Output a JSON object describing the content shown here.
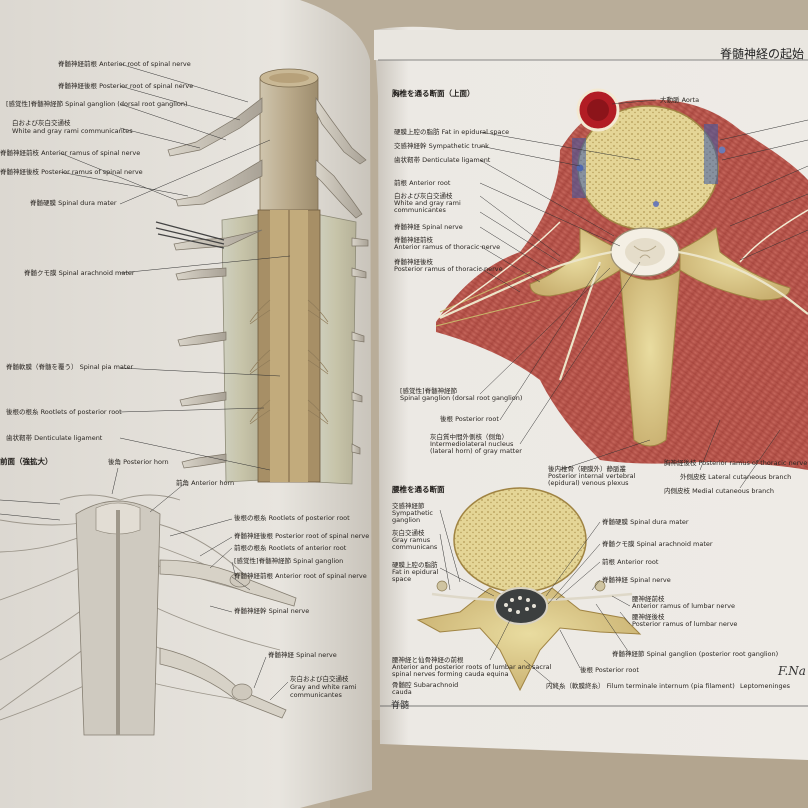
{
  "right_page": {
    "heading": "脊髄神経の起始",
    "footer": "脊髄",
    "signature": "F.Na"
  },
  "left_labels": [
    "脊髄神経前根 Anterior root of spinal nerve",
    "脊髄神経後根 Posterior root of spinal nerve",
    "[感覚性]脊髄神経節 Spinal ganglion (dorsal root ganglion)",
    "白および灰白交通枝",
    "White and gray rami communicantes",
    "脊髄神経前枝 Anterior ramus of spinal nerve",
    "脊髄神経後枝 Posterior ramus of spinal nerve",
    "脊髄硬膜 Spinal dura mater",
    "脊髄クモ膜 Spinal arachnoid mater",
    "脊髄軟膜（脊髄を覆う） Spinal pia mater",
    "後根の根糸 Rootlets of posterior root",
    "歯状靭帯 Denticulate ligament"
  ],
  "left_lower_title": "前面（強拡大）",
  "left_lower_labels": [
    "後角 Posterior horn",
    "前角 Anterior horn",
    "後根の根糸 Rootlets of posterior root",
    "脊髄神経後根 Posterior root of spinal nerve",
    "前根の根糸 Rootlets of anterior root",
    "[感覚性]脊髄神経節 Spinal ganglion",
    "脊髄神経前根 Anterior root of spinal nerve",
    "脊髄神経幹 Spinal nerve",
    "脊髄神経 Spinal nerve",
    "灰白および白交通枝",
    "Gray and white rami",
    "communicantes"
  ],
  "thoracic": {
    "title": "胸椎を通る断面（上面）",
    "labels": [
      "大動脈 Aorta",
      "硬膜上腔の脂肪 Fat in epidural space",
      "交感神経幹 Sympathetic trunk",
      "歯状靭帯 Denticulate ligament",
      "前根 Anterior root",
      "白および灰白交通枝",
      "White and gray rami",
      "communicantes",
      "脊髄神経 Spinal nerve",
      "脊髄神経前枝",
      "Anterior ramus of thoracic nerve",
      "脊髄神経後枝",
      "Posterior ramus of thoracic nerve",
      "[感覚性]脊髄神経節",
      "Spinal ganglion (dorsal root ganglion)",
      "後根 Posterior root",
      "灰白質中間外側核（側角）",
      "Intermediolateral nucleus",
      "(lateral horn) of gray matter",
      "後内椎骨（硬膜外）静脈叢",
      "Posterior internal vertebral",
      "(epidural) venous plexus",
      "外側皮枝 Lateral cutaneous branch",
      "内側皮枝 Medial cutaneous branch",
      "胸神経後枝 Posterior ramus of thoracic nerve"
    ]
  },
  "lumbar": {
    "title": "腰椎を通る断面",
    "labels": [
      "交感神経節",
      "Sympathetic",
      "ganglion",
      "灰白交通枝",
      "Gray ramus",
      "communicans",
      "硬膜上腔の脂肪",
      "Fat in epidural",
      "space",
      "脊髄硬膜 Spinal dura mater",
      "脊髄クモ膜 Spinal arachnoid mater",
      "前根 Anterior root",
      "脊髄神経 Spinal nerve",
      "腰神経前枝",
      "Anterior ramus of lumbar nerve",
      "腰神経後枝",
      "Posterior ramus of lumbar nerve",
      "脊髄神経節 Spinal ganglion (posterior root ganglion)",
      "後根 Posterior root",
      "腰神経と仙骨神経の前根",
      "Anterior and posterior roots of lumbar and sacral",
      "spinal nerves forming cauda equina",
      "内終糸（軟膜終糸） Filum terminale internum (pia filament)",
      "骨髄腔 Subarachnoid",
      "cauda",
      "Leptomeninges"
    ]
  }
}
